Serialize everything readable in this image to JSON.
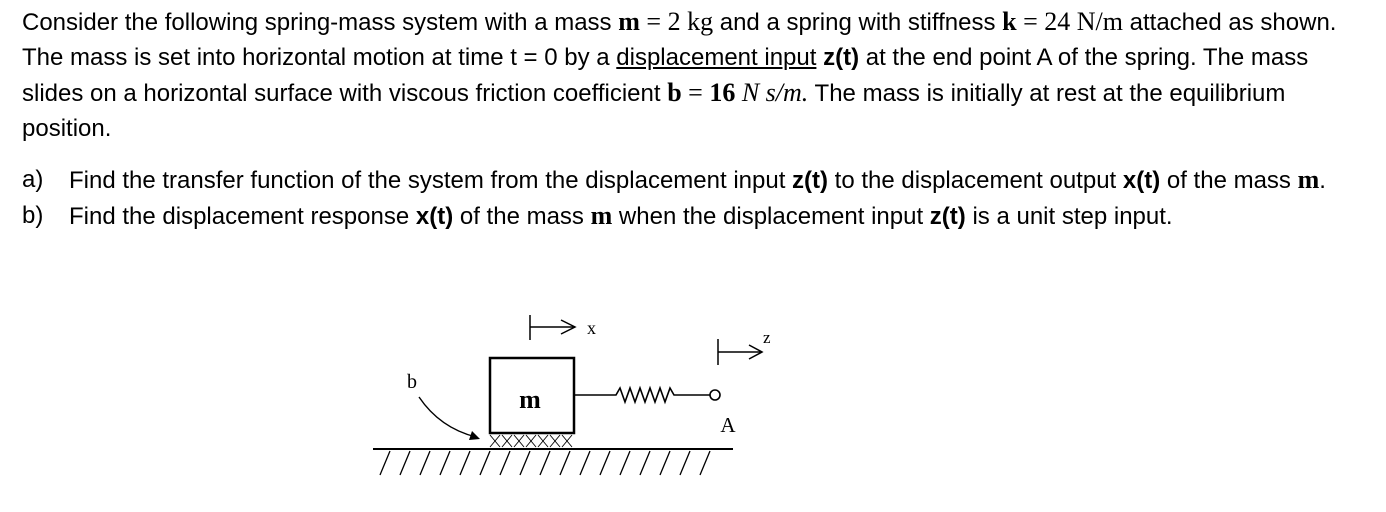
{
  "problem": {
    "intro": {
      "p1": "Consider the following spring-mass system with a mass ",
      "m_sym": "m",
      "eq1": " = ",
      "m_val": "2 kg",
      "p2": " and a spring with stiffness ",
      "k_sym": "k",
      "eq2": " = ",
      "k_val": "24 N/m",
      "p3": " attached as shown. The mass is set into horizontal motion at time t = 0 by a ",
      "link": "displacement input",
      "p4": " ",
      "z_bold": "z(t)",
      "p5": " at the end point A of the spring. The mass slides on a horizontal surface with viscous friction coefficient ",
      "b_sym": "b",
      "eq3": " = ",
      "b_num": "16",
      "b_unit": " N s/m.",
      "p6": " The mass is initially at rest at the equilibrium position."
    },
    "qa": {
      "label": "a)",
      "t1": "Find the transfer function of the system from the displacement input ",
      "z": "z(t)",
      "t2": " to the displacement output ",
      "x": "x(t)",
      "t3": " of the mass ",
      "m": "m",
      "t4": "."
    },
    "qb": {
      "label": "b)",
      "t1": "Find the displacement response ",
      "x": "x(t)",
      "t2": " of the mass ",
      "m": "m",
      "t3": " when the displacement input ",
      "z": "z(t)",
      "t4": " is a unit step input."
    }
  },
  "figure": {
    "mass_label": "m",
    "x_label": "x",
    "z_label": "z",
    "b_label": "b",
    "a_label": "A"
  }
}
